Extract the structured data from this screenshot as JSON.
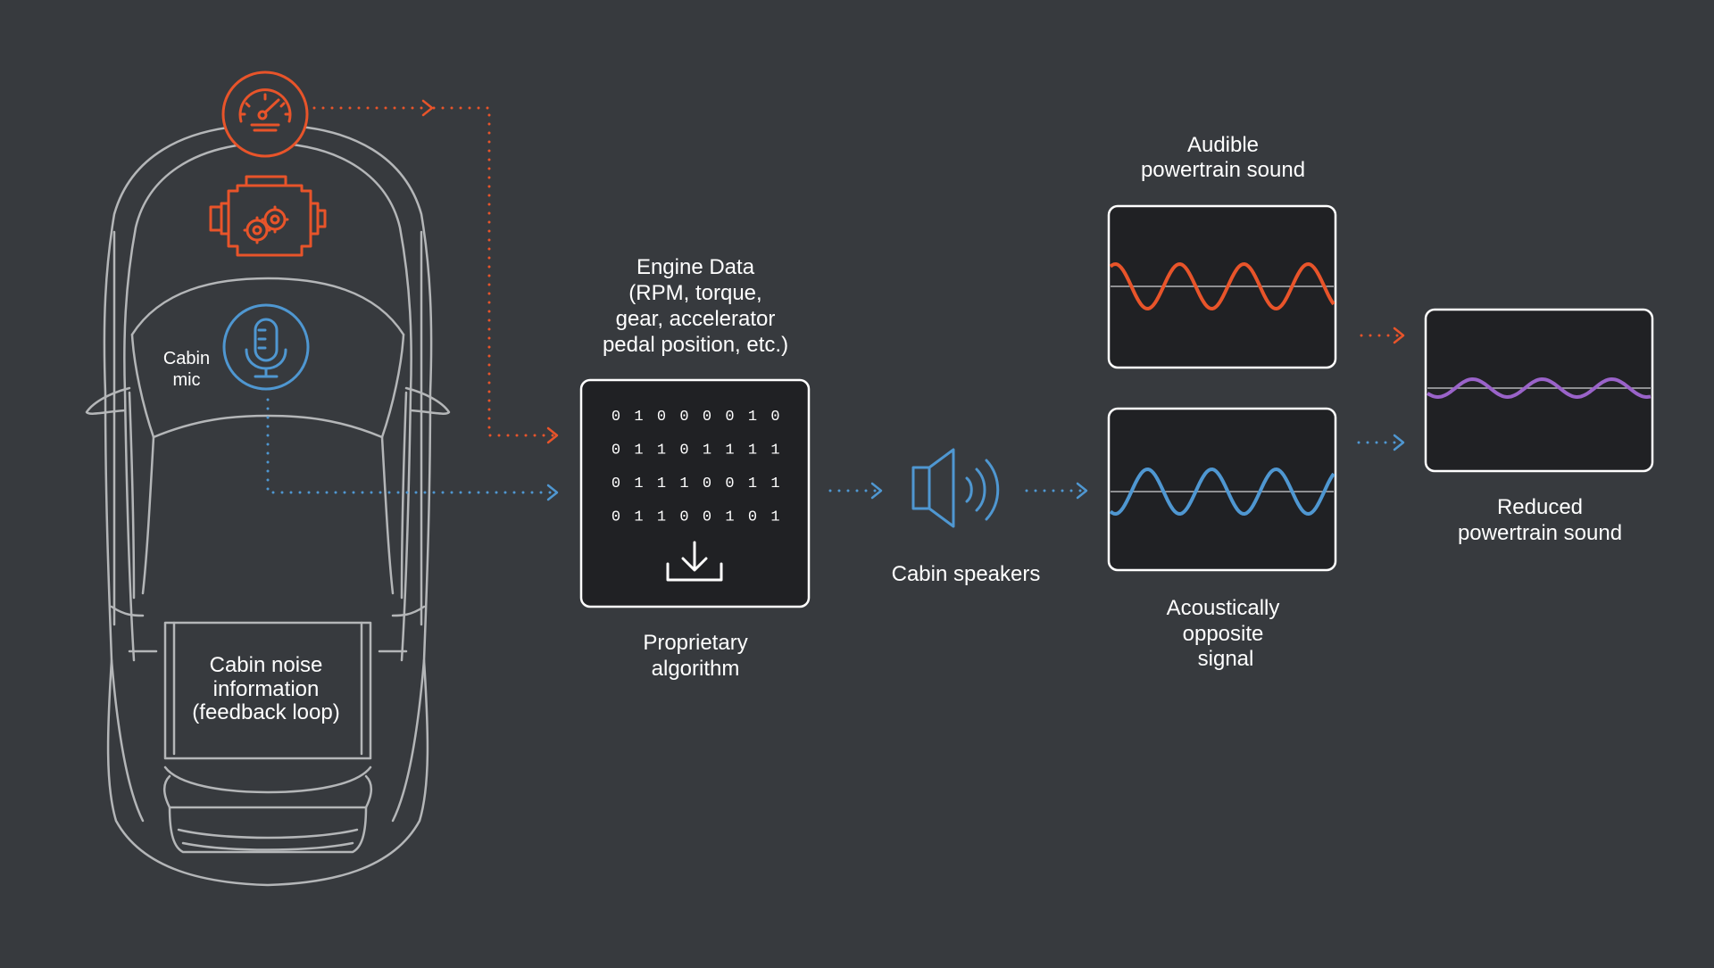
{
  "colors": {
    "background": "#373a3e",
    "orange": "#e8542a",
    "blue": "#4f97d1",
    "purple": "#9a63c9",
    "car_outline": "#b4b6b8",
    "panel_fill": "#202124",
    "panel_stroke": "#ffffff"
  },
  "icons": {
    "speedometer": "speedometer-icon",
    "engine": "engine-icon",
    "microphone": "microphone-icon",
    "speaker": "speaker-icon",
    "download": "download-icon"
  },
  "labels": {
    "cabin_mic": [
      "Cabin",
      "mic"
    ],
    "cabin_noise": [
      "Cabin noise",
      "information",
      "(feedback loop)"
    ],
    "engine_data": [
      "Engine Data",
      "(RPM, torque,",
      "gear, accelerator",
      "pedal position, etc.)"
    ],
    "algorithm": [
      "Proprietary",
      "algorithm"
    ],
    "speakers": "Cabin speakers",
    "audible": [
      "Audible",
      "powertrain sound"
    ],
    "opposite": [
      "Acoustically",
      "opposite",
      "signal"
    ],
    "reduced": [
      "Reduced",
      "powertrain sound"
    ]
  },
  "binary_rows": [
    [
      "0",
      "1",
      "0",
      "0",
      "0",
      "0",
      "1",
      "0"
    ],
    [
      "0",
      "1",
      "1",
      "0",
      "1",
      "1",
      "1",
      "1"
    ],
    [
      "0",
      "1",
      "1",
      "1",
      "0",
      "0",
      "1",
      "1"
    ],
    [
      "0",
      "1",
      "1",
      "0",
      "0",
      "1",
      "0",
      "1"
    ]
  ]
}
